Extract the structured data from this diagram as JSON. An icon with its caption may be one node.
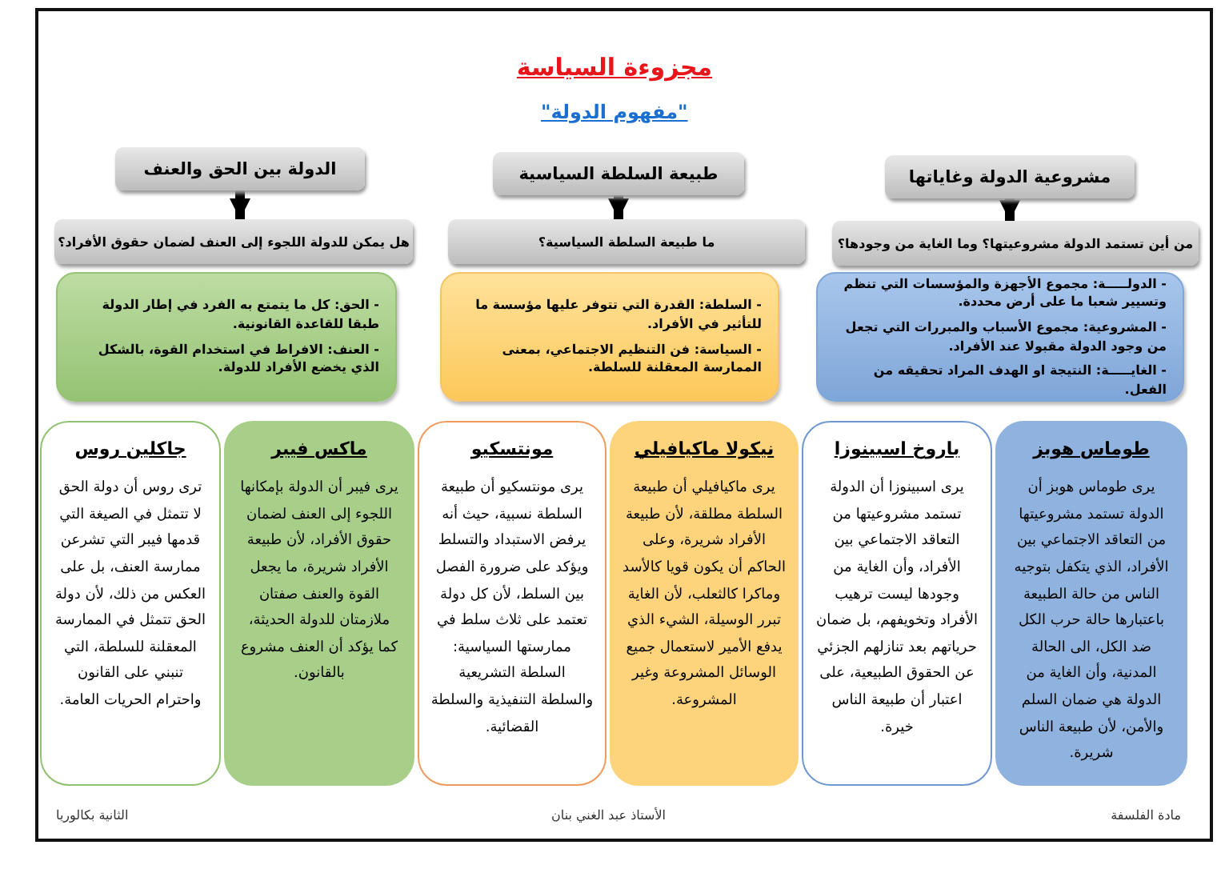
{
  "diagram": {
    "title": "مجزوءة السياسة",
    "nodes": [
      {
        "text": [
          "مشروعية الدولة وغاياتها"
        ]
      },
      {
        "text": [
          "طبيعة السلطة السياسية"
        ]
      },
      {
        "text": [
          "الدولة بين الحق والعنف"
        ]
      },
      {
        "text": [
          "من أين تستمد الدولة مشروعيتها؟ وما الغاية من وجودها؟"
        ]
      },
      {
        "text": [
          "ما طبيعة السلطة السياسية؟"
        ]
      },
      {
        "text": [
          "هل يمكن للدولة اللجوء إلى العنف لضمان حقوق الأفراد؟"
        ]
      },
      {
        "text": [
          "- الدولـــــة: مجموع الأجهزة والمؤسسات التي تنظم وتسيير شعبا ما على أرض محددة.",
          "- المشروعية: مجموع الأسباب والمبررات التي تجعل من وجود الدولة مقبولا عند الأفراد.",
          "- الغايـــــة: النتيجة او الهدف المراد تحقيقه من الفعل."
        ]
      },
      {
        "text": [
          "- السلطة: القدرة التي تتوفر عليها مؤسسة ما للتأثير في الأفراد.",
          "- السياسة: فن التنظيم الاجتماعي، بمعنى الممارسة المعقلنة للسلطة."
        ]
      },
      {
        "text": [
          "- الحق: كل ما يتمتع به الفرد في إطار الدولة طبقا للقاعدة القانونية.",
          "- العنف: الافراط في استخدام القوة، بالشكل الذي يخضع الأفراد للدولة."
        ]
      },
      {
        "text": [
          "طوماس هوبز",
          "يرى طوماس هوبز أن الدولة تستمد مشروعيتها من التعاقد الاجتماعي بين الأفراد، الذي يتكفل بتوجيه الناس من حالة الطبيعة باعتبارها حالة حرب الكل ضد الكل، الى الحالة المدنية، وأن الغاية من الدولة هي ضمان السلم والأمن، لأن طبيعة الناس شريرة."
        ]
      },
      {
        "text": [
          "باروخ اسبينوزا",
          "يرى اسبينوزا أن الدولة تستمد مشروعيتها من التعاقد الاجتماعي بين الأفراد، وأن الغاية من وجودها ليست ترهيب الأفراد وتخويفهم، بل ضمان حرياتهم بعد تنازلهم الجزئي عن الحقوق الطبيعية، على اعتبار أن طبيعة الناس خيرة."
        ]
      },
      {
        "text": [
          "نيكولا ماكيافيلي",
          "يرى ماكيافيلي أن طبيعة السلطة مطلقة، لأن طبيعة الأفراد شريرة، وعلى الحاكم أن يكون قويا كالأسد وماكرا كالثعلب، لأن الغاية تبرر الوسيلة، الشيء الذي يدفع الأمير لاستعمال جميع الوسائل المشروعة وغير المشروعة."
        ]
      },
      {
        "text": [
          "مونتسكيو",
          "يرى مونتسكيو أن طبيعة السلطة نسبية، حيث أنه يرفض الاستبداد والتسلط ويؤكد على ضرورة الفصل بين السلط، لأن كل دولة تعتمد على ثلاث سلط في ممارستها السياسية: السلطة التشريعية والسلطة التنفيذية والسلطة القضائية."
        ]
      },
      {
        "text": [
          "ماكس فيبر",
          "يرى فيبر أن الدولة بإمكانها اللجوء إلى العنف لضمان حقوق الأفراد، لأن طبيعة الأفراد شريرة، ما يجعل القوة والعنف صفتان ملازمتان للدولة الحديثة، كما يؤكد أن العنف مشروع بالقانون."
        ]
      },
      {
        "text": [
          "جاكلين روس",
          "ترى روس أن دولة الحق لا تتمثل في الصيغة التي قدمها فيبر التي تشرعن ممارسة العنف، بل على العكس من ذلك، لأن دولة الحق تتمثل في الممارسة المعقلنة للسلطة، التي تنبني على القانون واحترام الحريات العامة."
        ]
      }
    ],
    "edges": [
      {
        "from": 0,
        "to": 3,
        "arrow": "to"
      },
      {
        "from": 1,
        "to": 4,
        "arrow": "to"
      },
      {
        "from": 2,
        "to": 5,
        "arrow": "to"
      }
    ],
    "labels": [
      "\"مفهوم الدولة\"",
      "مادة الفلسفة",
      "الأستاذ عبد الغني بنان",
      "الثانية بكالوريا"
    ]
  }
}
